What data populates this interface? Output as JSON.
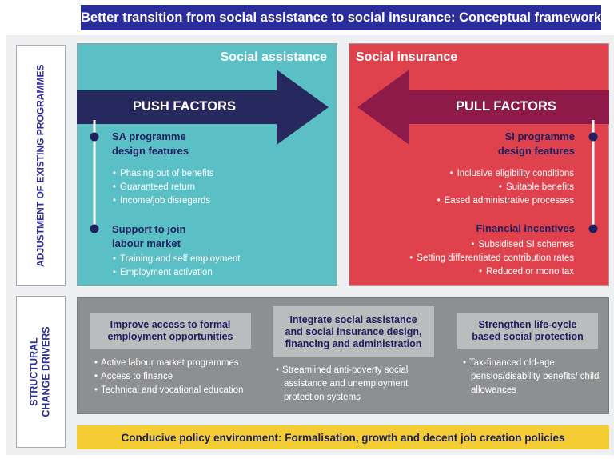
{
  "title": "Better transition from social assistance to social insurance: Conceptual framework",
  "side_labels": {
    "adjustment": "ADJUSTMENT OF EXISTING PROGRAMMES",
    "structural_line1": "STRUCTURAL",
    "structural_line2": "CHANGE DRIVERS"
  },
  "social_assistance": {
    "title": "Social assistance",
    "arrow_label": "PUSH FACTORS",
    "design_heading_line1": "SA programme",
    "design_heading_line2": "design features",
    "design_items": [
      "Phasing-out of benefits",
      "Guaranteed return",
      "Income/job disregards"
    ],
    "support_heading_line1": "Support to join",
    "support_heading_line2": "labour market",
    "support_items": [
      "Training and self employment",
      "Employment activation"
    ]
  },
  "social_insurance": {
    "title": "Social insurance",
    "arrow_label": "PULL FACTORS",
    "design_heading_line1": "SI programme",
    "design_heading_line2": "design features",
    "design_items": [
      "Inclusive eligibility conditions",
      "Suitable benefits",
      "Eased administrative processes"
    ],
    "financial_heading": "Financial incentives",
    "financial_items": [
      "Subsidised SI schemes",
      "Setting differentiated contribution rates",
      "Reduced or mono tax"
    ]
  },
  "structural": {
    "col1": {
      "heading_line1": "Improve access to formal",
      "heading_line2": "employment opportunities",
      "items": [
        "Active labour market programmes",
        "Access to finance",
        "Technical and vocational education"
      ]
    },
    "col2": {
      "heading_line1": "Integrate social assistance",
      "heading_line2": "and social insurance design,",
      "heading_line3": "financing and administration",
      "items": [
        "Streamlined anti-poverty social assistance and unemployment protection systems"
      ]
    },
    "col3": {
      "heading_line1": "Strengthen life-cycle",
      "heading_line2": "based social protection",
      "items": [
        "Tax-financed old-age pensios/disability benefits/ child allowances"
      ]
    }
  },
  "policy_bar": "Conducive policy environment: Formalisation, growth and decent job creation policies",
  "colors": {
    "title_bg": "#2b2d9a",
    "social_assistance_bg": "#5bc0c6",
    "social_insurance_bg": "#e0424d",
    "push_arrow": "#27285e",
    "pull_arrow": "#8e1a4a",
    "heading_text": "#1f2060",
    "structural_bg": "#8e8f91",
    "structural_box": "#bbbcbe",
    "policy_bar_bg": "#f4cd34"
  }
}
